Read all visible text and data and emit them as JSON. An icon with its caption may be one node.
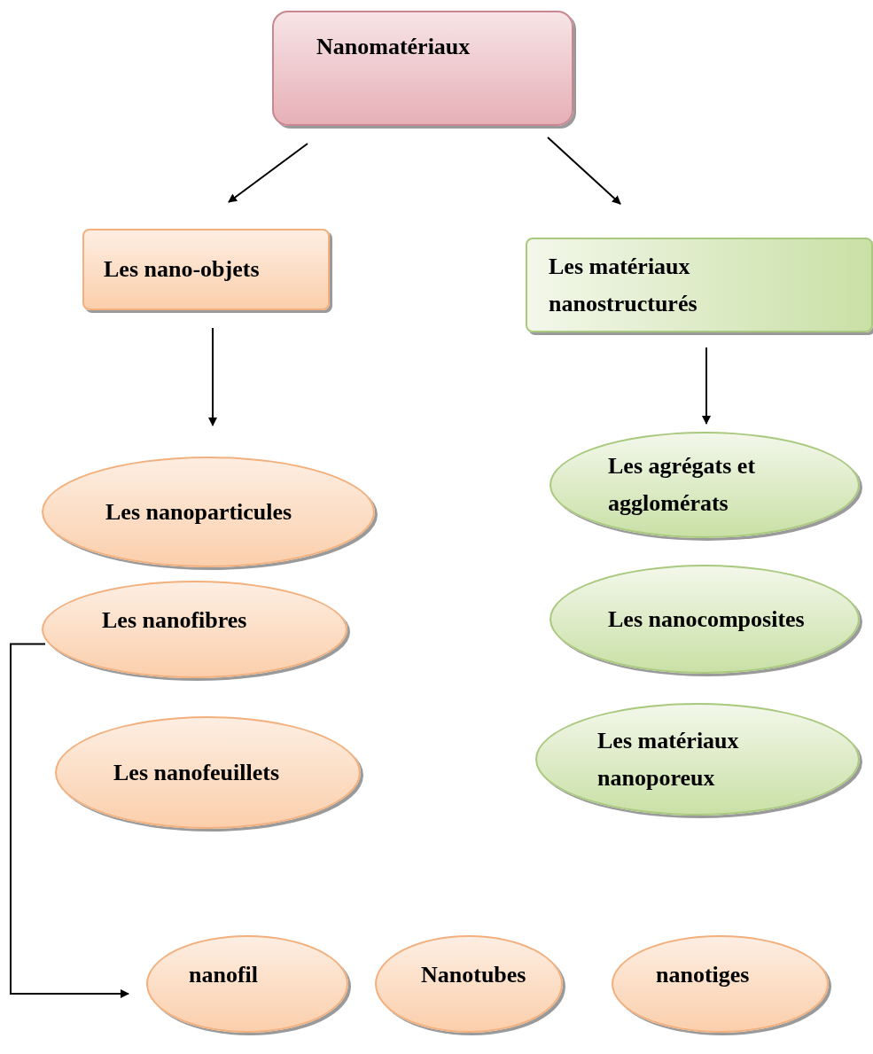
{
  "diagram": {
    "nodes": [
      {
        "text": [
          "Nanomatériaux"
        ]
      },
      {
        "text": [
          "Les nano-objets"
        ]
      },
      {
        "text": [
          "Les matériaux nanostructurés"
        ]
      },
      {
        "text": [
          "Les nanoparticules"
        ]
      },
      {
        "text": [
          "Les nanofibres"
        ]
      },
      {
        "text": [
          "Les nanofeuillets"
        ]
      },
      {
        "text": [
          "Les agrégats et agglomérats"
        ]
      },
      {
        "text": [
          "Les nanocomposites"
        ]
      },
      {
        "text": [
          "Les matériaux nanoporeux"
        ]
      },
      {
        "text": [
          "nanofil"
        ]
      },
      {
        "text": [
          "Nanotubes"
        ]
      },
      {
        "text": [
          "nanotiges"
        ]
      }
    ],
    "edges": [
      {
        "from": 0,
        "to": 1,
        "arrow": "to"
      },
      {
        "from": 0,
        "to": 2,
        "arrow": "to"
      },
      {
        "from": 1,
        "to": 3,
        "arrow": "to"
      },
      {
        "from": 2,
        "to": 6,
        "arrow": "to"
      },
      {
        "from": 4,
        "to": 9,
        "arrow": "to"
      }
    ]
  }
}
